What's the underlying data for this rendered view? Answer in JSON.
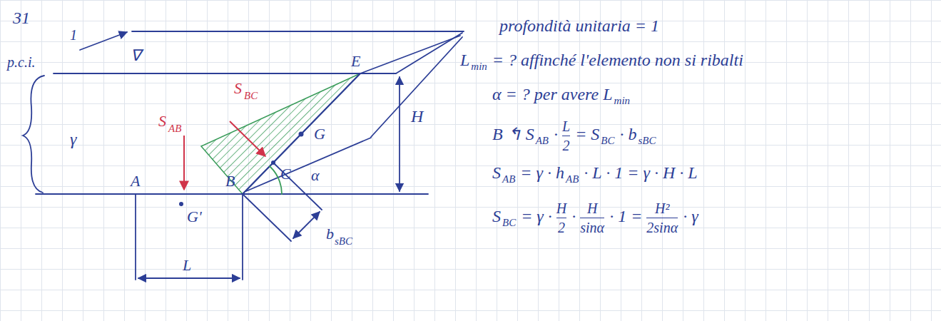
{
  "diagram": {
    "labels": [
      "31",
      "p.c.i.",
      "1",
      "∇",
      "γ",
      "S",
      "AB",
      "S",
      "BC",
      "E",
      "H",
      "G",
      "A",
      "B",
      "C",
      "α",
      "G'",
      "L",
      "b",
      "sBC",
      "profondità unitaria = 1",
      "L",
      "min",
      "= ? affinché l'elemento non si ribalti",
      "α = ? per avere L",
      "min",
      "B",
      "↰",
      "S",
      "AB",
      "·",
      "L",
      "2",
      "=",
      "S",
      "BC",
      "·",
      "b",
      "sBC",
      "S",
      "AB",
      "= γ · h",
      "AB",
      "· L · 1 = γ · H · L",
      "S",
      "BC",
      "= γ ·",
      "H",
      "2",
      "·",
      "H",
      "sinα",
      "· 1 =",
      "H²",
      "2sinα",
      "· γ"
    ]
  }
}
